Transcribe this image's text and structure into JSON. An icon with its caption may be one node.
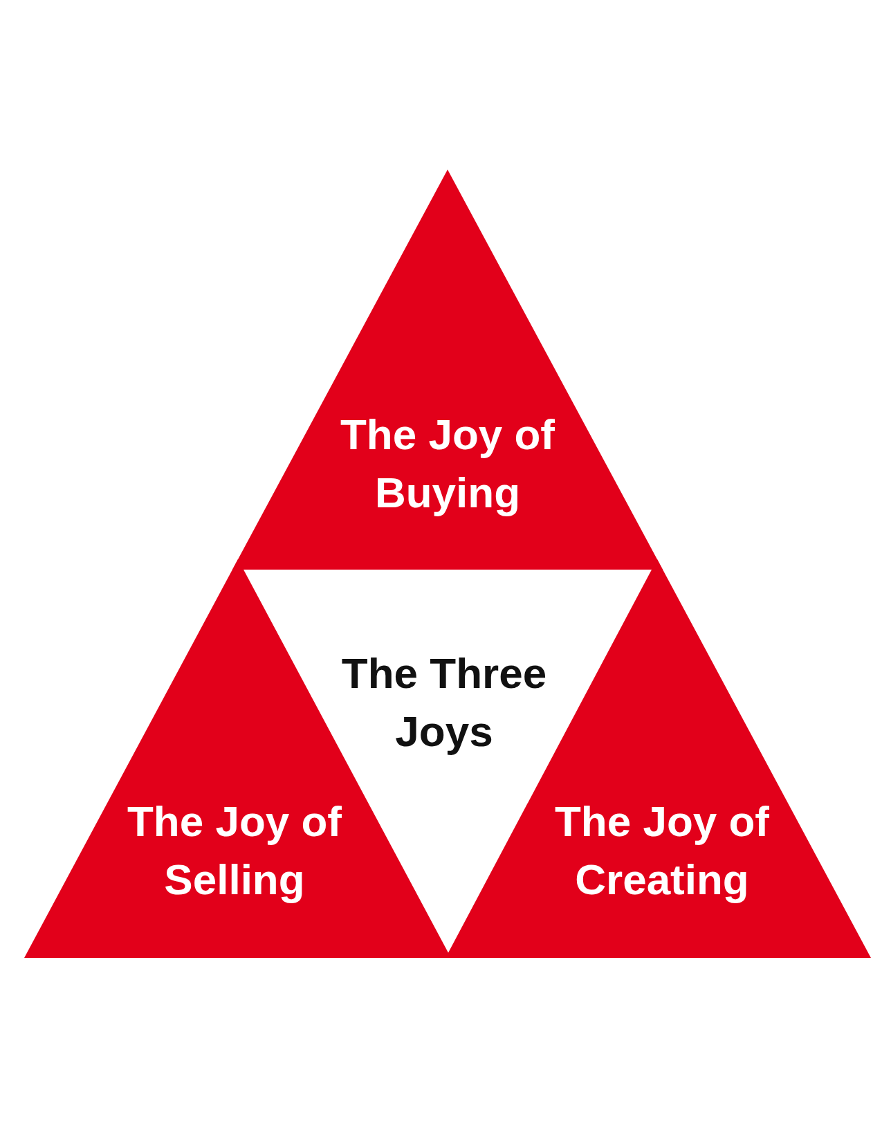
{
  "diagram": {
    "nodes": [
      {
        "text": [
          "The Joy of Buying"
        ]
      },
      {
        "text": [
          "The Three Joys"
        ]
      },
      {
        "text": [
          "The Joy of Selling"
        ]
      },
      {
        "text": [
          "The Joy of Creating"
        ]
      }
    ]
  }
}
